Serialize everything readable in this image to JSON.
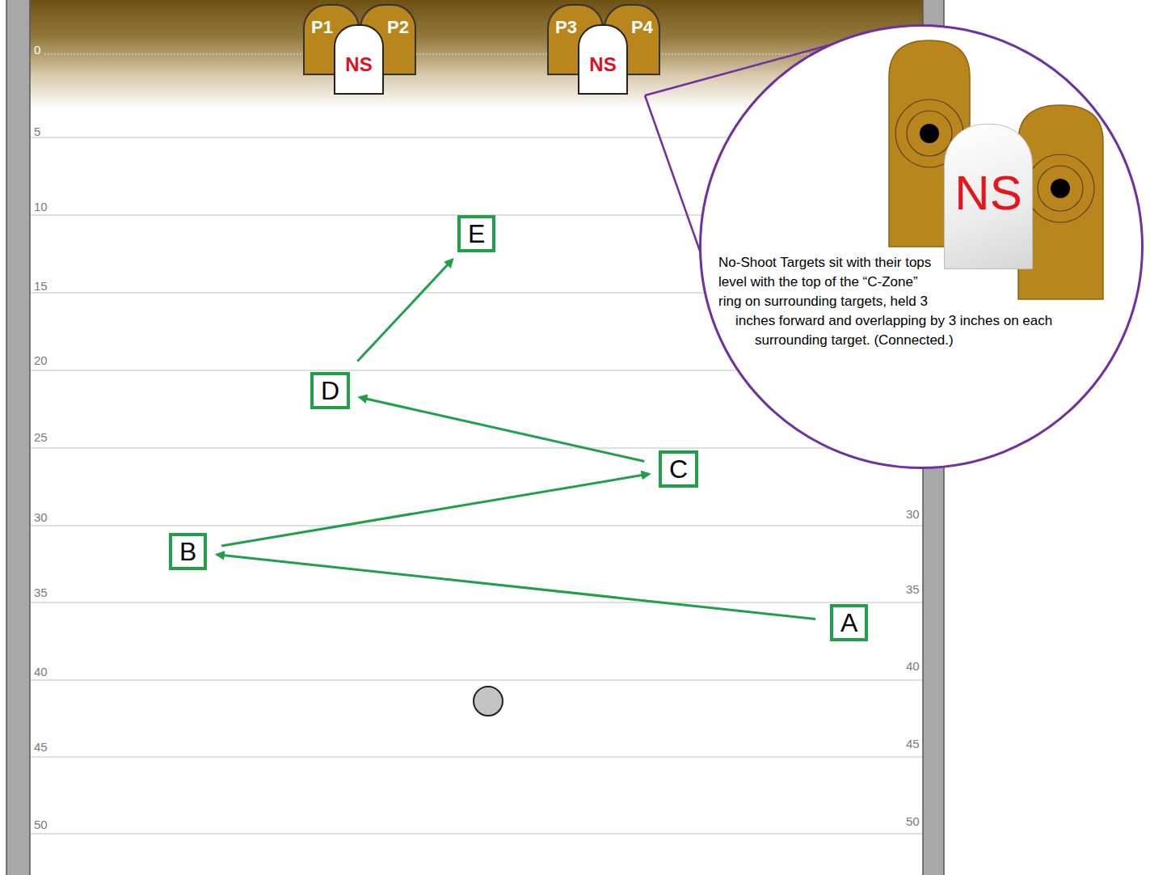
{
  "diagram": {
    "nodes": [
      {
        "text": [
          "P1"
        ]
      },
      {
        "text": [
          "P2"
        ]
      },
      {
        "text": [
          "NS"
        ]
      },
      {
        "text": [
          "P3"
        ]
      },
      {
        "text": [
          "P4"
        ]
      },
      {
        "text": [
          "NS"
        ]
      },
      {
        "text": [
          "No-Shoot Targets sit with their tops level with the top of the “C-Zone” ring on surrounding targets, held 3 inches forward and overlapping by 3 inches on each surrounding target. (Connected.)"
        ]
      },
      {
        "text": [
          "NS"
        ],
        "in": 6
      },
      {
        "text": [
          "E"
        ]
      },
      {
        "text": [
          "D"
        ]
      },
      {
        "text": [
          "C"
        ]
      },
      {
        "text": [
          "B"
        ]
      },
      {
        "text": [
          "A"
        ]
      }
    ],
    "edges": [
      {
        "from": 12,
        "to": 11,
        "arrow": "to"
      },
      {
        "from": 11,
        "to": 10,
        "arrow": "to"
      },
      {
        "from": 10,
        "to": 9,
        "arrow": "to"
      },
      {
        "from": 9,
        "to": 8,
        "arrow": "to"
      }
    ],
    "labels": [
      "0",
      "5",
      "10",
      "15",
      "20",
      "25",
      "30",
      "35",
      "40",
      "45",
      "50",
      "30",
      "35",
      "40",
      "45",
      "50"
    ]
  }
}
